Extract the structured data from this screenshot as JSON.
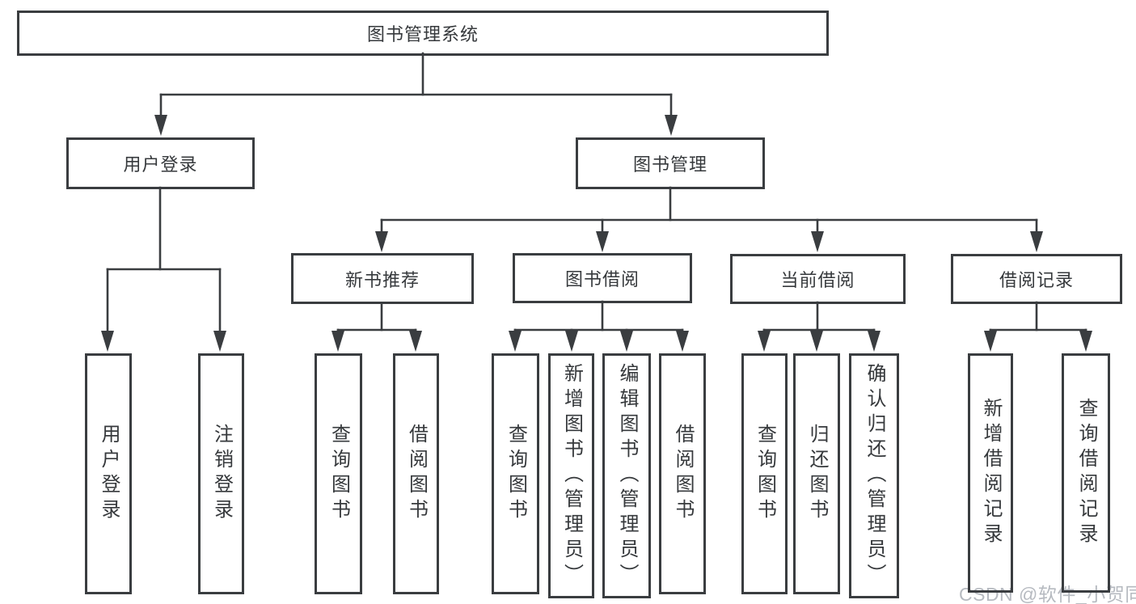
{
  "diagram": {
    "root": {
      "label": "图书管理系统"
    },
    "user_login": {
      "label": "用户登录",
      "children": [
        {
          "label": "用户登录"
        },
        {
          "label": "注销登录"
        }
      ]
    },
    "book_mgmt": {
      "label": "图书管理",
      "children": [
        {
          "label": "新书推荐",
          "children": [
            {
              "label": "查询图书"
            },
            {
              "label": "借阅图书"
            }
          ]
        },
        {
          "label": "图书借阅",
          "children": [
            {
              "label": "查询图书"
            },
            {
              "label": "新增图书（管理员）"
            },
            {
              "label": "编辑图书（管理员）"
            },
            {
              "label": "借阅图书"
            }
          ]
        },
        {
          "label": "当前借阅",
          "children": [
            {
              "label": "查询图书"
            },
            {
              "label": "归还图书"
            },
            {
              "label": "确认归还（管理员）"
            }
          ]
        },
        {
          "label": "借阅记录",
          "children": [
            {
              "label": "新增借阅记录"
            },
            {
              "label": "查询借阅记录"
            }
          ]
        }
      ]
    }
  },
  "watermark": {
    "text": "CSDN @软件_小贺同学"
  },
  "colors": {
    "line": "#3a3d40",
    "text": "#36393c",
    "watermark": "#b6bac0",
    "background": "#ffffff"
  }
}
